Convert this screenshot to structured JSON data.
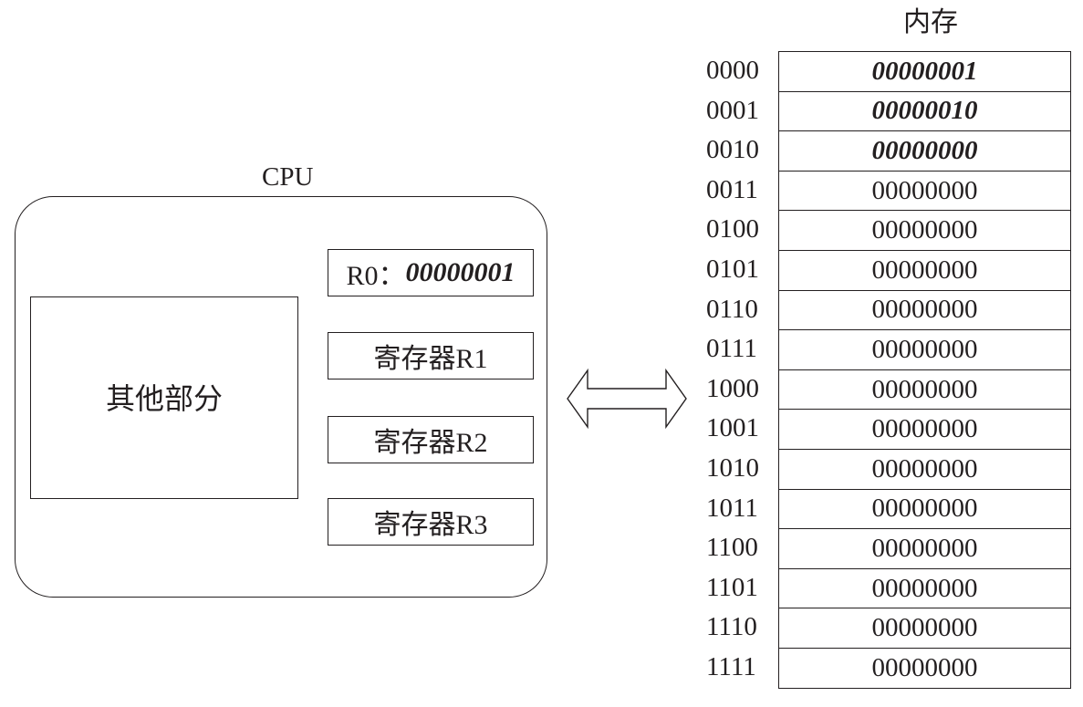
{
  "cpu": {
    "title": "CPU",
    "other_parts": "其他部分",
    "registers": [
      {
        "prefix": "R0：",
        "value": "00000001",
        "value_bold": true
      },
      {
        "prefix": "寄存器R1",
        "value": "",
        "value_bold": false
      },
      {
        "prefix": "寄存器R2",
        "value": "",
        "value_bold": false
      },
      {
        "prefix": "寄存器R3",
        "value": "",
        "value_bold": false
      }
    ]
  },
  "memory": {
    "title": "内存",
    "rows": [
      {
        "address": "0000",
        "value": "00000001",
        "bold": true
      },
      {
        "address": "0001",
        "value": "00000010",
        "bold": true
      },
      {
        "address": "0010",
        "value": "00000000",
        "bold": true
      },
      {
        "address": "0011",
        "value": "00000000",
        "bold": false
      },
      {
        "address": "0100",
        "value": "00000000",
        "bold": false
      },
      {
        "address": "0101",
        "value": "00000000",
        "bold": false
      },
      {
        "address": "0110",
        "value": "00000000",
        "bold": false
      },
      {
        "address": "0111",
        "value": "00000000",
        "bold": false
      },
      {
        "address": "1000",
        "value": "00000000",
        "bold": false
      },
      {
        "address": "1001",
        "value": "00000000",
        "bold": false
      },
      {
        "address": "1010",
        "value": "00000000",
        "bold": false
      },
      {
        "address": "1011",
        "value": "00000000",
        "bold": false
      },
      {
        "address": "1100",
        "value": "00000000",
        "bold": false
      },
      {
        "address": "1101",
        "value": "00000000",
        "bold": false
      },
      {
        "address": "1110",
        "value": "00000000",
        "bold": false
      },
      {
        "address": "1111",
        "value": "00000000",
        "bold": false
      }
    ]
  },
  "colors": {
    "line": "#231f20",
    "background": "#ffffff"
  }
}
